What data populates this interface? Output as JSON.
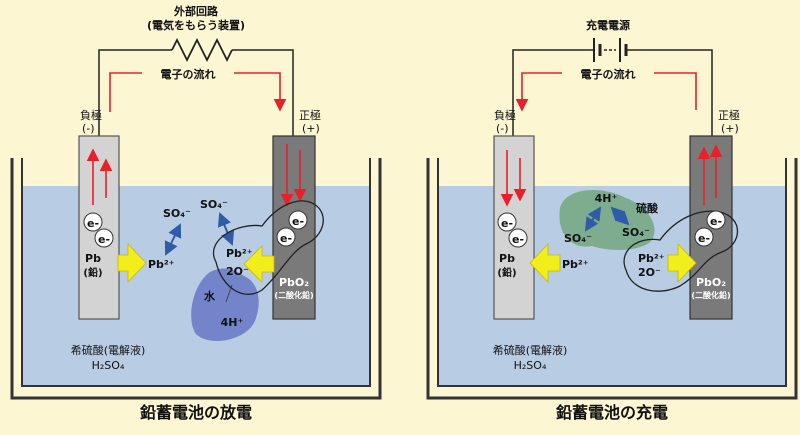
{
  "discharge": {
    "caption": "鉛蓄電池の放電",
    "circuit_label": "外部回路",
    "circuit_sub": "(電気をもらう装置)",
    "electron_flow": "電子の流れ",
    "neg_pole": "負極",
    "neg_sign": "(-)",
    "pos_pole": "正極",
    "pos_sign": "(+)",
    "pb_label": "Pb",
    "pb_sub": "(鉛)",
    "pbo2_label": "PbO₂",
    "pbo2_sub": "(二酸化鉛)",
    "electron": "e-",
    "pb2_left": "Pb²⁺",
    "so4_left": "SO₄⁻",
    "so4_right": "SO₄⁻",
    "pb2_right": "Pb²⁺",
    "o2": "2O⁻",
    "water": "水",
    "h4": "4H⁺",
    "acid_label": "希硫酸(電解液)",
    "acid_formula": "H₂SO₄"
  },
  "charge": {
    "caption": "鉛蓄電池の充電",
    "source_label": "充電電源",
    "electron_flow": "電子の流れ",
    "neg_pole": "負極",
    "neg_sign": "(-)",
    "pos_pole": "正極",
    "pos_sign": "(+)",
    "pb_label": "Pb",
    "pb_sub": "(鉛)",
    "pbo2_label": "PbO₂",
    "pbo2_sub": "(二酸化鉛)",
    "electron": "e-",
    "pb2_left": "Pb²⁺",
    "h4": "4H⁺",
    "acid_name": "硫酸",
    "so4_left": "SO₄⁻",
    "so4_right": "SO₄⁻",
    "pb2_right": "Pb²⁺",
    "o2": "2O⁻",
    "acid_label": "希硫酸(電解液)",
    "acid_formula": "H₂SO₄"
  },
  "colors": {
    "background": "#fdf6d3",
    "electrolyte": "#b8cce4",
    "lead_electrode": "#d3d3d3",
    "pbo2_electrode": "#7a7a7a",
    "arrow_yellow": "#f2ee1c",
    "electron_arrow": "#e8202a",
    "ion_arrow": "#2f5ba8",
    "water_blob": "#6f7fc8",
    "acid_blob": "#7aaa8a"
  }
}
